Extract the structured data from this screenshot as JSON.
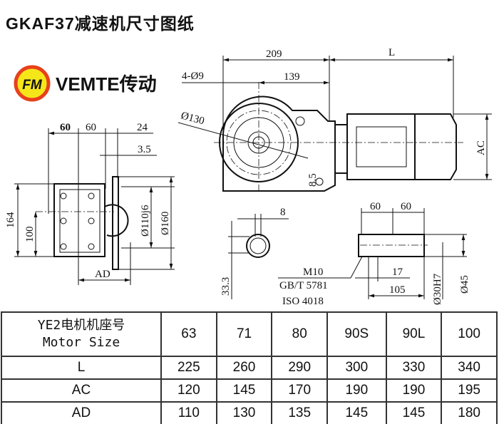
{
  "title": "GKAF37减速机尺寸图纸",
  "brand": {
    "logo_text": "VEMTE",
    "name": "VEMTE传动",
    "ring_color": "#e8401c",
    "fill_color": "#f5e61a"
  },
  "left_view": {
    "dim_60a": "60",
    "dim_60b": "60",
    "dim_24": "24",
    "dim_3_5": "3.5",
    "dim_164": "164",
    "dim_100": "100",
    "dim_110": "Ø110j6",
    "dim_160": "Ø160",
    "dim_ad": "AD"
  },
  "top_view": {
    "dim_209": "209",
    "dim_l": "L",
    "dim_139": "139",
    "holes": "4-Ø9",
    "dim_130": "Ø130",
    "dim_8_5": "8.5",
    "dim_ac": "AC"
  },
  "key_view": {
    "dim_8": "8",
    "dim_33_3": "33.3"
  },
  "shaft_view": {
    "dim_60a": "60",
    "dim_60b": "60",
    "m10": "M10",
    "gb": "GB/T 5781",
    "iso": "ISO 4018",
    "dim_17": "17",
    "dim_105": "105",
    "dim_30": "Ø30H7",
    "dim_45": "Ø45"
  },
  "table": {
    "header_line1": "YE2电机机座号",
    "header_line2": "Motor Size",
    "sizes": [
      "63",
      "71",
      "80",
      "90S",
      "90L",
      "100"
    ],
    "rows": [
      {
        "label": "L",
        "values": [
          "225",
          "260",
          "290",
          "300",
          "330",
          "340"
        ]
      },
      {
        "label": "AC",
        "values": [
          "120",
          "145",
          "170",
          "190",
          "190",
          "195"
        ]
      },
      {
        "label": "AD",
        "values": [
          "110",
          "130",
          "135",
          "145",
          "145",
          "180"
        ]
      }
    ]
  }
}
